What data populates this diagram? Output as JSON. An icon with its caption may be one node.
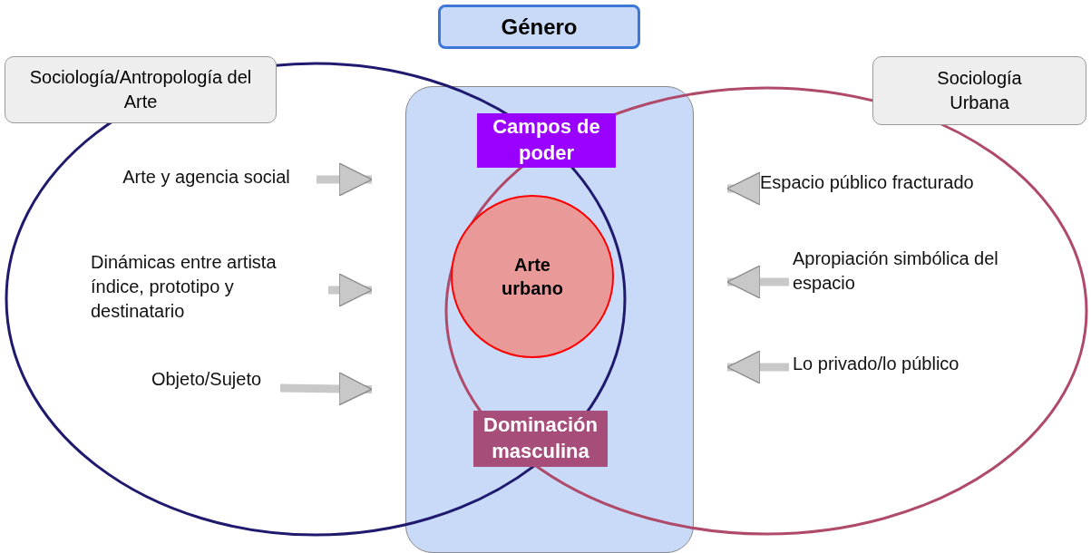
{
  "diagram": {
    "nodes": [
      {
        "text": [
          "Género"
        ]
      },
      {
        "text": [
          "Sociología/Antropología del Arte"
        ]
      },
      {
        "text": [
          "Sociología Urbana"
        ]
      },
      {
        "text": [],
        "shape": "ellipse"
      },
      {
        "text": [],
        "shape": "ellipse"
      },
      {
        "text": [],
        "shape": "box"
      },
      {
        "text": [
          "Campos de poder"
        ],
        "in": 5
      },
      {
        "text": [
          "Arte urbano"
        ]
      },
      {
        "text": [
          "Dominación masculina"
        ]
      },
      {
        "text": [
          "Arte y agencia social"
        ],
        "in": 3
      },
      {
        "text": [
          "Dinámicas entre artista índice, prototipo y destinatario"
        ],
        "in": 3
      },
      {
        "text": [
          "Objeto/Sujeto"
        ],
        "in": 3
      },
      {
        "text": [
          "Espacio público fracturado"
        ],
        "in": 4
      },
      {
        "text": [
          "Apropiación simbólica del espacio"
        ],
        "in": 4
      },
      {
        "text": [
          "Lo privado/lo público"
        ],
        "in": 4
      }
    ],
    "edges": [
      {
        "from": 9,
        "to": 5,
        "arrow": "to"
      },
      {
        "from": 10,
        "to": 5,
        "arrow": "to"
      },
      {
        "from": 11,
        "to": 5,
        "arrow": "to"
      },
      {
        "from": 12,
        "to": 5,
        "arrow": "to"
      },
      {
        "from": 13,
        "to": 5,
        "arrow": "to"
      },
      {
        "from": 14,
        "to": 5,
        "arrow": "to"
      }
    ]
  }
}
